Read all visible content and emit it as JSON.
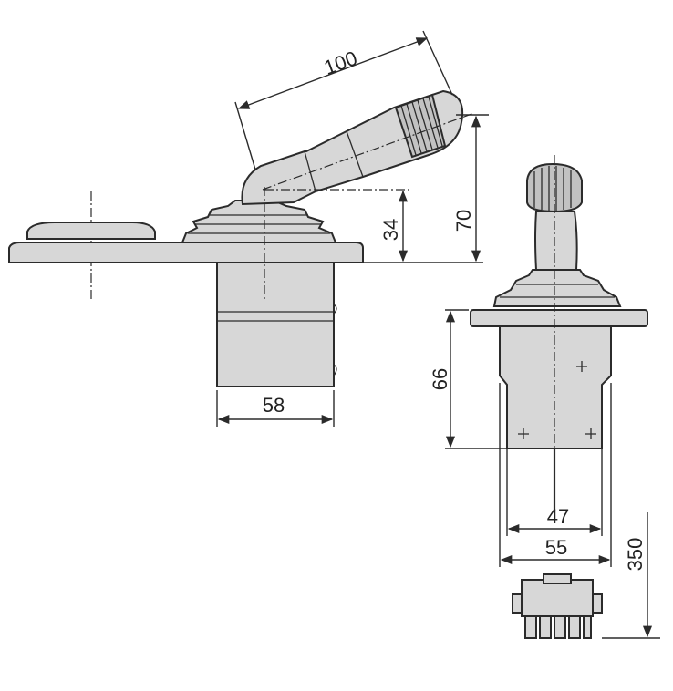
{
  "dimensions": {
    "side_lever_length": "100",
    "side_boot_height": "34",
    "side_total_height": "70",
    "side_body_width": "58",
    "front_body_height": "66",
    "front_inner_width": "47",
    "front_outer_width": "55",
    "cable_length": "350"
  }
}
